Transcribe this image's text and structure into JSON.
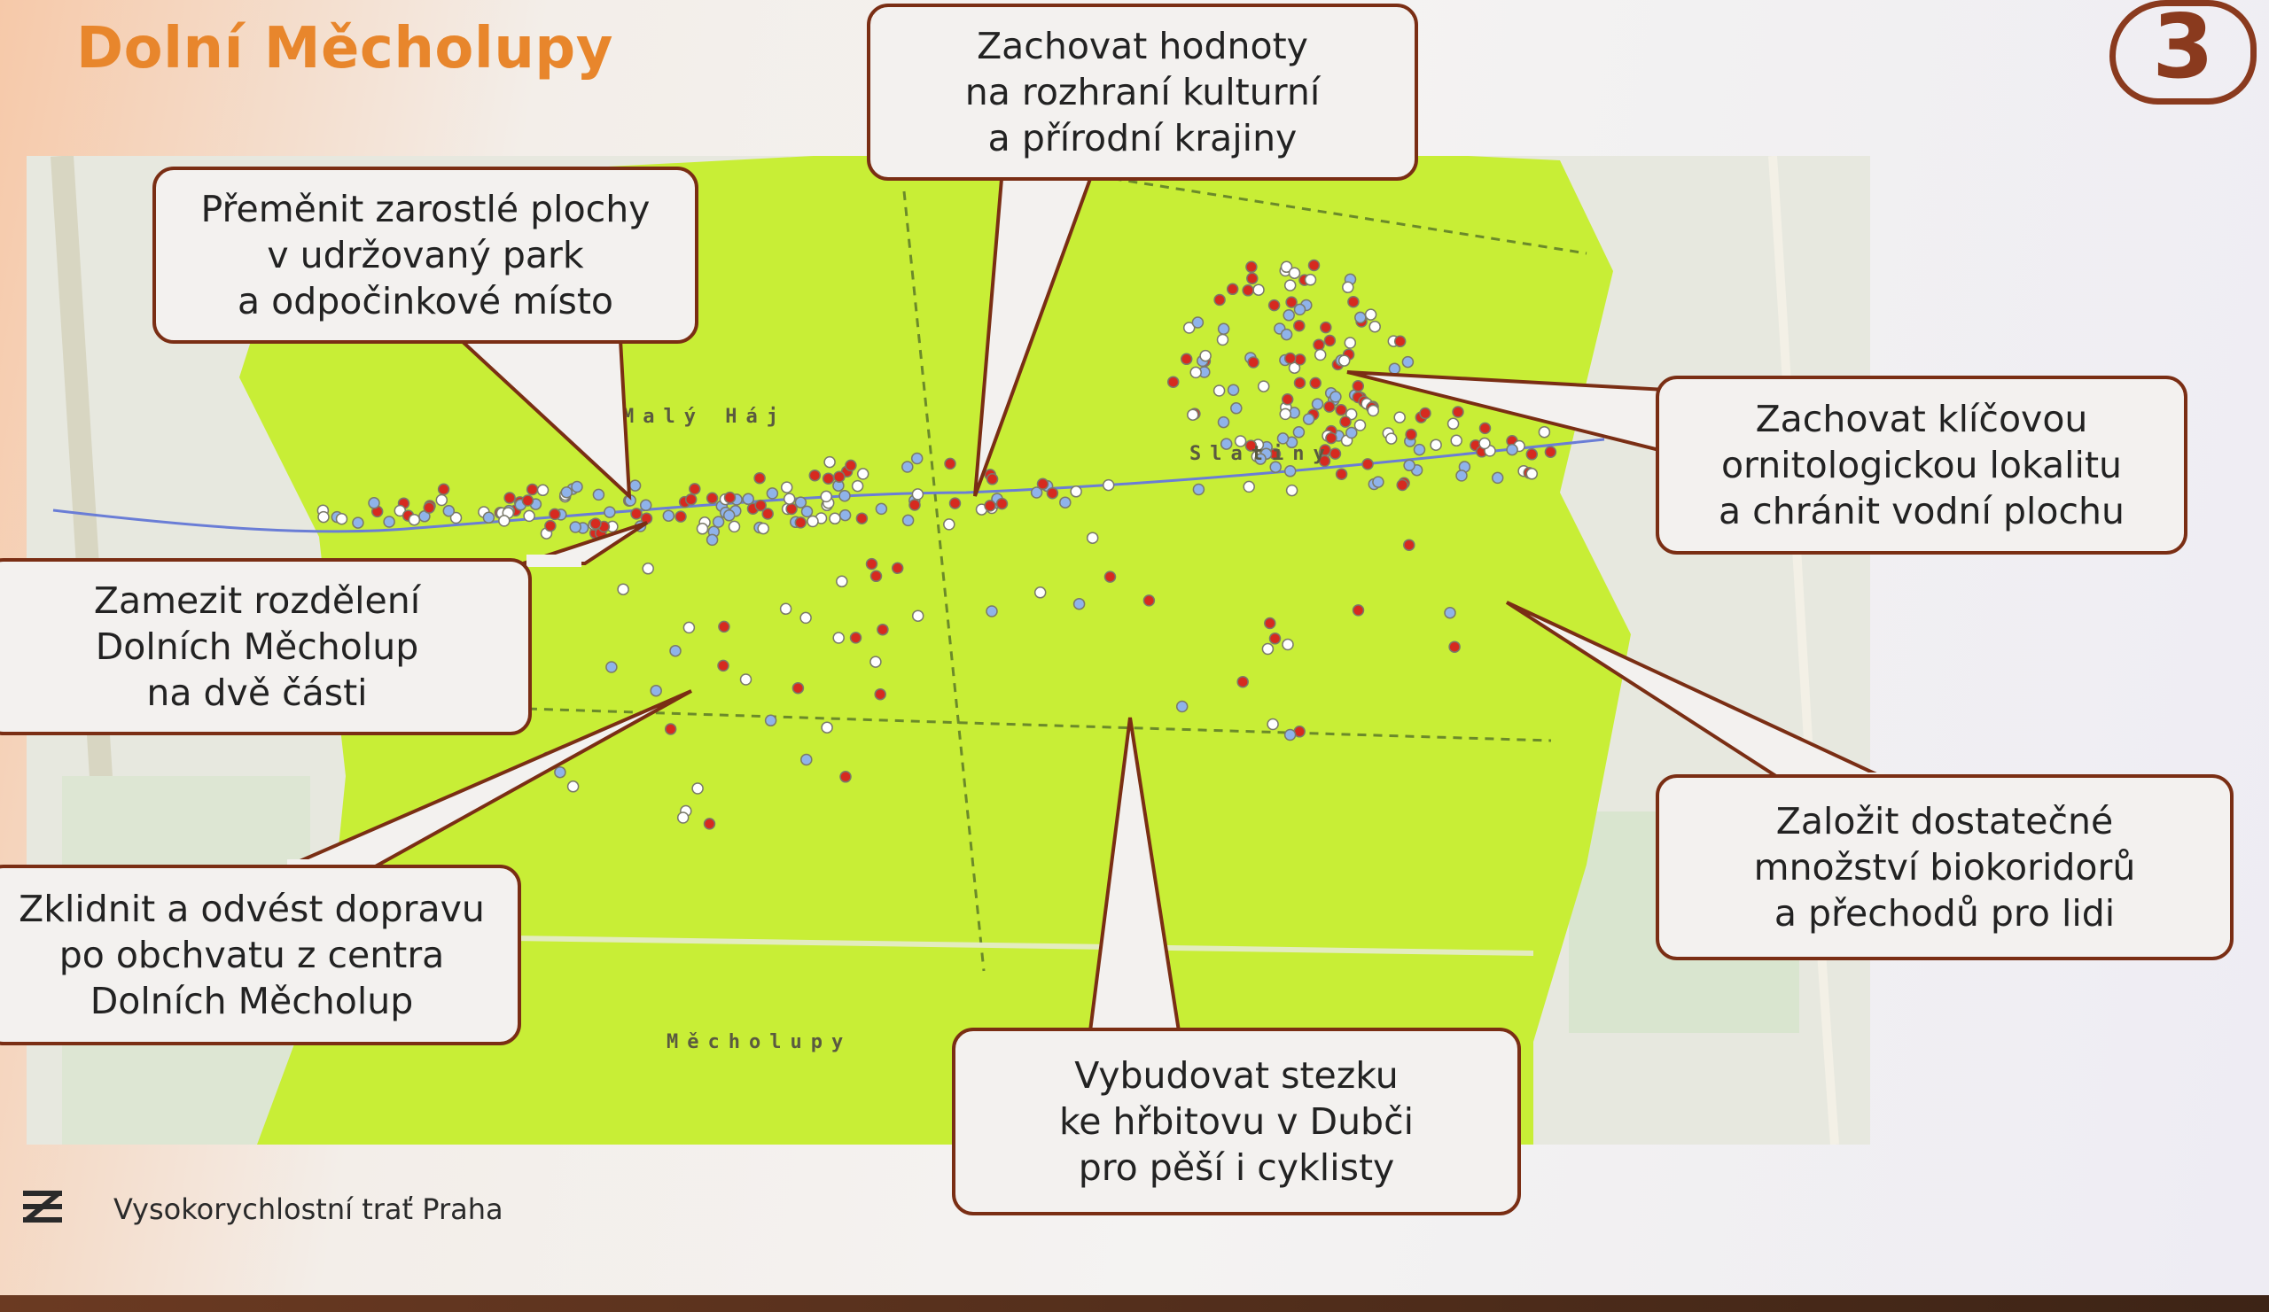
{
  "title": "Dolní Měcholupy",
  "page_number": "3",
  "map": {
    "labels": [
      "Malý Háj",
      "Slatiny",
      "Měcholupy"
    ]
  },
  "callouts": [
    {
      "text": "Přeměnit zarostlé plochy\nv udržovaný park\na odpočinkové místo"
    },
    {
      "text": "Zachovat hodnoty\nna rozhraní kulturní\na přírodní krajiny"
    },
    {
      "text": "Zachovat klíčovou\nornitologickou lokalitu\na chránit vodní plochu"
    },
    {
      "text": "Zamezit rozdělení\nDolních Měcholup\nna dvě části"
    },
    {
      "text": "Založit dostatečné\nmnožství biokoridorů\na přechodů pro lidi"
    },
    {
      "text": "Zklidnit a odvést dopravu\npo obchvatu z centra\nDolních Měcholup"
    },
    {
      "text": "Vybudovat stezku\nke hřbitovu v Dubči\npro pěší i cyklisty"
    }
  ],
  "footer": {
    "logo_icon": "railway-logo-icon",
    "text": "Vysokorychlostní trať Praha"
  },
  "colors": {
    "title": "#e8862c",
    "accent": "#7a2e14",
    "zone": "#c8ee36",
    "marker_red": "#d62a1f",
    "marker_blue": "#8fb3ea"
  }
}
